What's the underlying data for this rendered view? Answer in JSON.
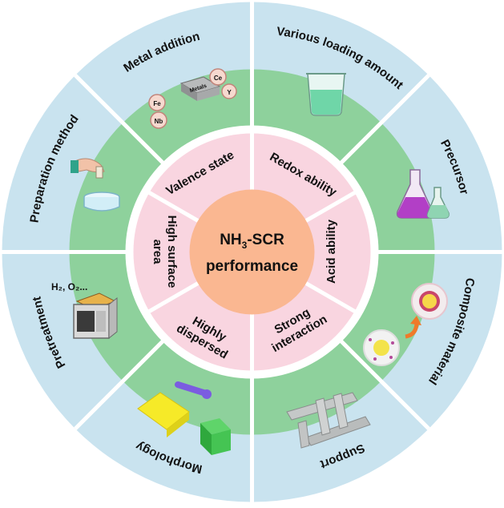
{
  "center": {
    "line1_pre": "NH",
    "line1_sub": "3",
    "line1_post": "-SCR",
    "line2": "performance"
  },
  "inner_factors": [
    {
      "lines": [
        "Redox ability"
      ]
    },
    {
      "lines": [
        "Acid ability"
      ]
    },
    {
      "lines": [
        "Strong",
        "interaction"
      ]
    },
    {
      "lines": [
        "Highly",
        "dispersed"
      ]
    },
    {
      "lines": [
        "High surface",
        "area"
      ]
    },
    {
      "lines": [
        "Valence state"
      ]
    }
  ],
  "outer_factors": [
    {
      "label": "Various loading amount",
      "icon": "beaker-icon"
    },
    {
      "label": "Precursor",
      "icon": "flask-icon"
    },
    {
      "label": "Composite material",
      "icon": "core-shell-particle-icon"
    },
    {
      "label": "Support",
      "icon": "support-frame-icon"
    },
    {
      "label": "Morphology",
      "icon": "morphology-shapes-icon"
    },
    {
      "label": "Pretreatment",
      "icon": "furnace-icon"
    },
    {
      "label": "Preparation  method",
      "icon": "hand-dish-icon"
    },
    {
      "label": "Metal  addition",
      "icon": "metals-icon"
    }
  ],
  "icon_labels": {
    "metals": [
      "Fe",
      "Ce",
      "Nb",
      "Y",
      "Metals"
    ],
    "pretreatment_gases": "H₂, O₂..."
  },
  "colors": {
    "outer_ring": "#c9e3ef",
    "middle_ring": "#8ed19c",
    "inner_ring": "#f9d5e0",
    "center": "#fab791",
    "divider": "#ffffff"
  }
}
